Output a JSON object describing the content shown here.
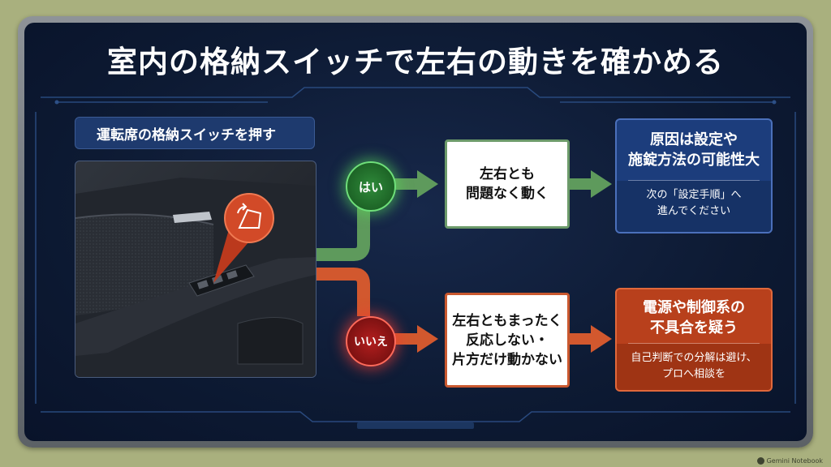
{
  "title": "室内の格納スイッチで左右の動きを確かめる",
  "start_label": "運転席の格納スイッチを押す",
  "branches": {
    "yes": {
      "badge": "はい",
      "result_lines": [
        "左右とも",
        "問題なく動く"
      ],
      "outcome_head_lines": [
        "原因は設定や",
        "施錠方法の可能性大"
      ],
      "outcome_sub_lines": [
        "次の「設定手順」へ",
        "進んでください"
      ],
      "color": "#5e9a5c"
    },
    "no": {
      "badge": "いいえ",
      "result_lines": [
        "左右ともまったく",
        "反応しない・",
        "片方だけ動かない"
      ],
      "outcome_head_lines": [
        "電源や制御系の",
        "不具合を疑う"
      ],
      "outcome_sub_lines": [
        "自己判断での分解は避け、",
        "プロへ相談を"
      ],
      "color": "#d2582e"
    }
  },
  "watermark": "Gemini Notebook"
}
